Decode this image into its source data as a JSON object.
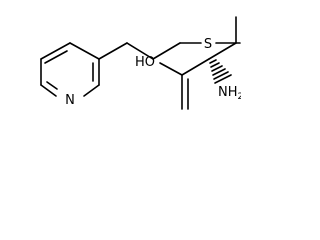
{
  "molecule": {
    "atom_labels": {
      "n": "N",
      "s": "S",
      "oh": "HO",
      "nh2": "NH",
      "nh2_sub": "2"
    },
    "line_color": "#000000",
    "background": "#ffffff"
  }
}
